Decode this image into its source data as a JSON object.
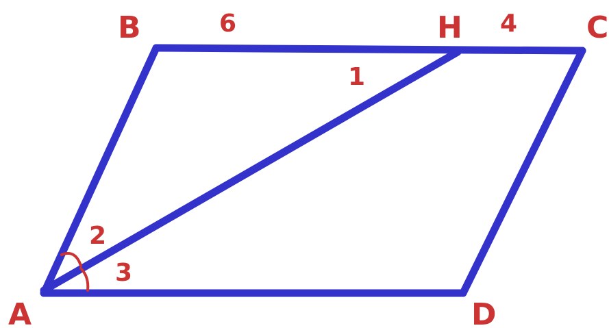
{
  "figure": {
    "vertices": {
      "A": "A",
      "B": "B",
      "H": "H",
      "C": "C",
      "D": "D"
    },
    "segments": {
      "BH": "6",
      "HC": "4"
    },
    "angles": {
      "angle1": "1",
      "angle2": "2",
      "angle3": "3"
    },
    "colors": {
      "edges": "#3333cc",
      "labels": "#cc3333"
    }
  }
}
